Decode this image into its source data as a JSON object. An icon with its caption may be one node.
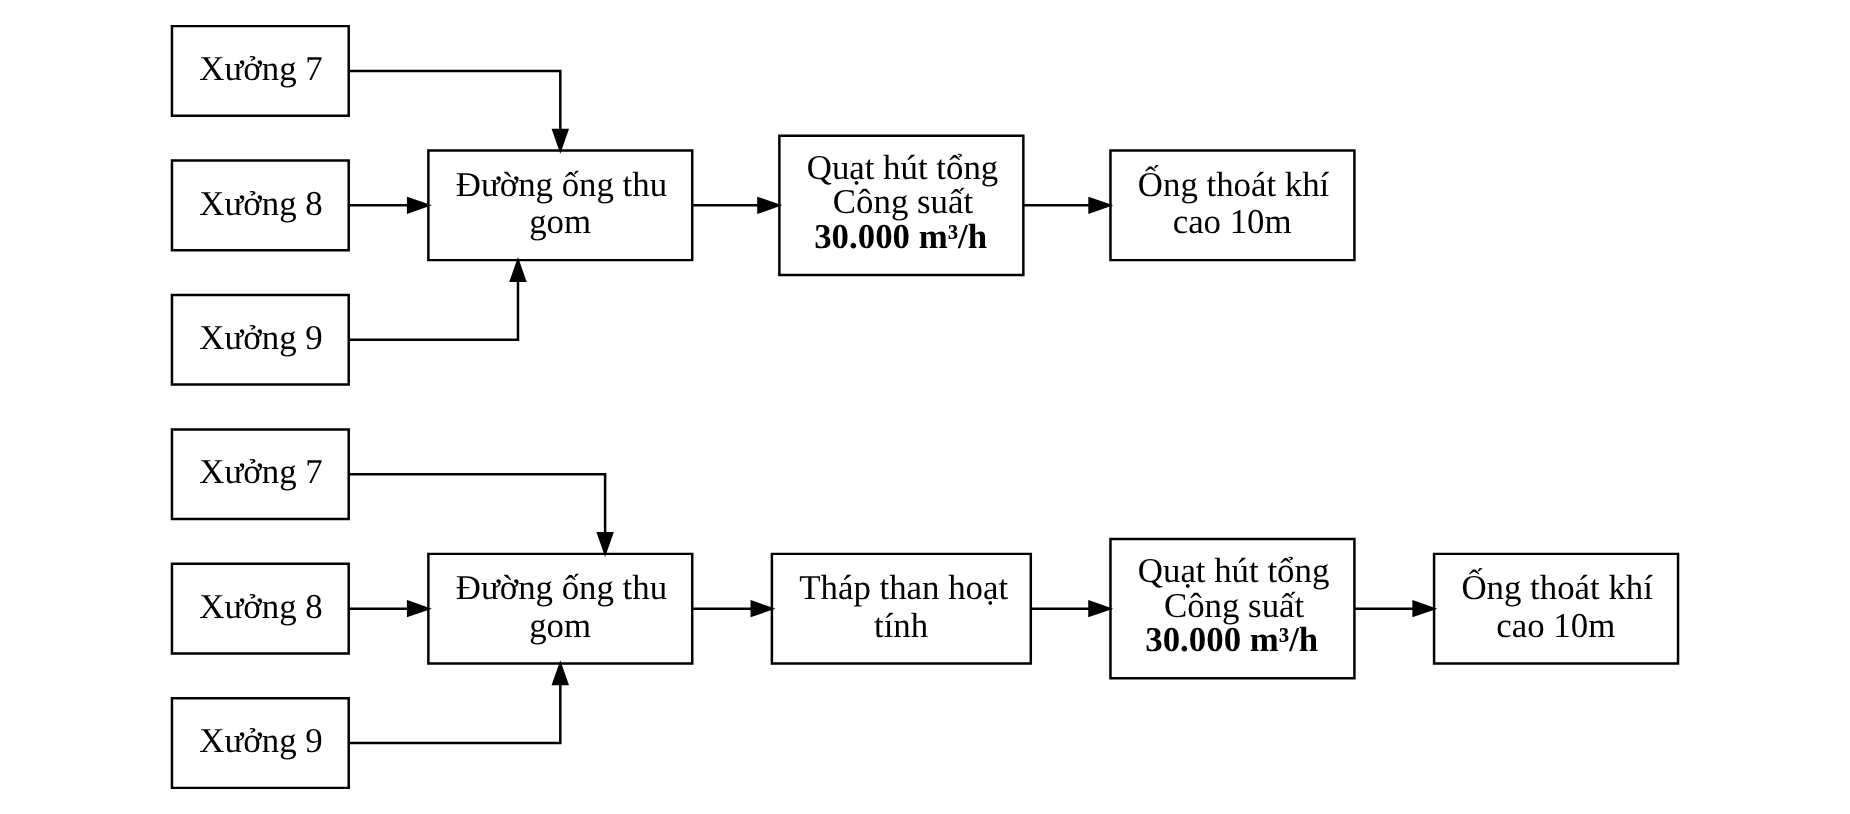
{
  "diagram": {
    "nodes": [
      {
        "text": [
          "Xưởng 7"
        ]
      },
      {
        "text": [
          "Xưởng 8"
        ]
      },
      {
        "text": [
          "Xưởng 9"
        ]
      },
      {
        "text": [
          "Đường ống thu gom"
        ]
      },
      {
        "text": [
          "Tháp than hoạt tính"
        ]
      },
      {
        "text": [
          "Quạt hút tổng Công suất **30.000 m³/h**"
        ]
      },
      {
        "text": [
          "Ống thoát khí cao 10m"
        ]
      },
      {
        "text": [
          "Xưởng 7"
        ]
      },
      {
        "text": [
          "Xưởng 8"
        ]
      },
      {
        "text": [
          "Xưởng 9"
        ]
      },
      {
        "text": [
          "Đường ống thu gom"
        ]
      },
      {
        "text": [
          "Quạt hút tổng Công suất **30.000 m³/h**"
        ]
      },
      {
        "text": [
          "Ống thoát khí cao 10m"
        ]
      }
    ],
    "edges": [
      {
        "from": 0,
        "to": 3,
        "arrow": "to"
      },
      {
        "from": 1,
        "to": 3,
        "arrow": "to"
      },
      {
        "from": 2,
        "to": 3,
        "arrow": "to"
      },
      {
        "from": 3,
        "to": 4,
        "arrow": "to"
      },
      {
        "from": 4,
        "to": 5,
        "arrow": "to"
      },
      {
        "from": 5,
        "to": 6,
        "arrow": "to"
      },
      {
        "from": 7,
        "to": 10,
        "arrow": "to"
      },
      {
        "from": 8,
        "to": 10,
        "arrow": "to"
      },
      {
        "from": 9,
        "to": 10,
        "arrow": "to"
      },
      {
        "from": 10,
        "to": 11,
        "arrow": "to"
      },
      {
        "from": 11,
        "to": 12,
        "arrow": "to"
      }
    ]
  }
}
